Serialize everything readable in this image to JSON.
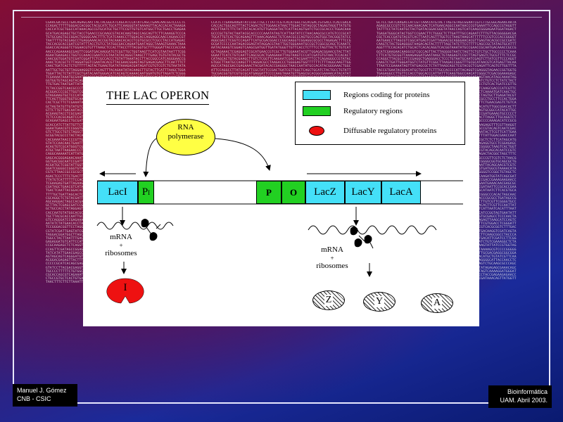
{
  "diagram": {
    "title": "THE LAC OPERON",
    "legend": [
      {
        "label": "Regions coding for proteins",
        "color": "#44e0f8",
        "shape": "rect"
      },
      {
        "label": "Regulatory regions",
        "color": "#22d022",
        "shape": "rect"
      },
      {
        "label": "Diffusable regulatory proteins",
        "color": "#ee1111",
        "shape": "ellipse"
      }
    ],
    "polymerase": {
      "line1": "RNA",
      "line2": "polymerase"
    },
    "genes": {
      "laci": "LacI",
      "pi_main": "P",
      "pi_sub": "I",
      "p": "P",
      "o": "O",
      "lacz": "LacZ",
      "lacy": "LacY",
      "laca": "LacA"
    },
    "left_mrna": {
      "line1": "mRNA",
      "line2": "+",
      "line3": "ribosomes"
    },
    "right_mrna": {
      "line1": "mRNA",
      "line2": "+",
      "line3": "ribosomes"
    },
    "proteins": {
      "repressor": "I",
      "z": "Z",
      "y": "Y",
      "a": "A"
    }
  },
  "credits": {
    "left_line1": "Manuel J. Gómez",
    "left_line2": "CNB - CSIC",
    "right_line1": "Bioinformática",
    "right_line2": "UAM. Abril 2003."
  }
}
